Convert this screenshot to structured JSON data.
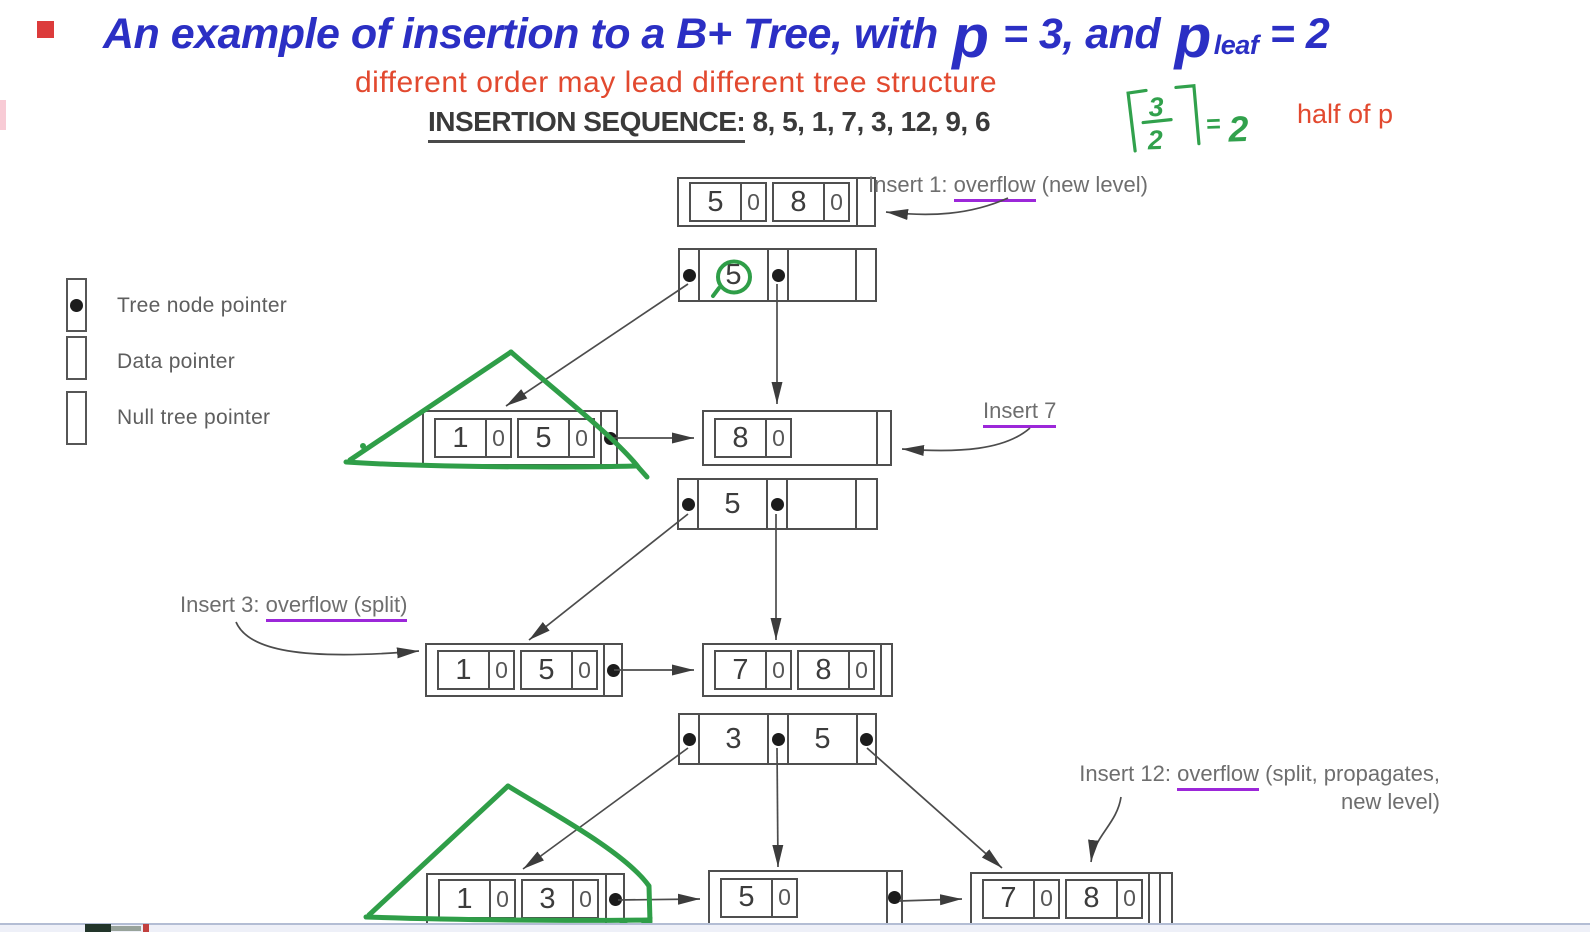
{
  "title": {
    "part1": "An example of insertion to a B+ Tree, with ",
    "p1": "p",
    "part2": " = 3, and ",
    "p2": "p",
    "sub": "leaf",
    "part3": " = 2"
  },
  "subtitle": "different order may lead different tree structure",
  "sequence": {
    "label": "INSERTION SEQUENCE:",
    "values": " 8, 5, 1, 7, 3, 12, 9, 6"
  },
  "green_note": {
    "numerator": "3",
    "denominator": "2",
    "equals": "=",
    "result": "2"
  },
  "half_of_p": "half of p",
  "legend": {
    "items": [
      {
        "label": "Tree node pointer"
      },
      {
        "label": "Data pointer"
      },
      {
        "label": "Null tree pointer"
      }
    ]
  },
  "annotations": {
    "insert1": {
      "prefix": "Insert 1: ",
      "underlined": "overflow",
      "suffix": " (new level)"
    },
    "insert7": {
      "underlined": "Insert 7"
    },
    "insert3": {
      "prefix": "Insert 3: ",
      "underlined": "overflow (split)"
    },
    "insert12": {
      "prefix": "Insert 12: ",
      "underlined": "overflow",
      "suffix": " (split, propagates,",
      "line2": "new level)"
    }
  },
  "nodes": [
    {
      "id": "A",
      "name": "node-initial-5-8",
      "cells": [
        {
          "t": "kv",
          "k": "5",
          "z": "0"
        },
        {
          "t": "kv",
          "k": "8",
          "z": "0"
        },
        {
          "t": "tnull"
        }
      ]
    },
    {
      "id": "B",
      "name": "root-after-insert-1",
      "cells": [
        {
          "t": "ptr"
        },
        {
          "t": "key",
          "k": "5"
        },
        {
          "t": "ptr"
        },
        {
          "t": "tnull"
        }
      ]
    },
    {
      "id": "C",
      "name": "leaf-1-5-after-insert-1",
      "cells": [
        {
          "t": "kv",
          "k": "1",
          "z": "0"
        },
        {
          "t": "kv",
          "k": "5",
          "z": "0"
        },
        {
          "t": "tdot"
        }
      ]
    },
    {
      "id": "D",
      "name": "leaf-8",
      "cells": [
        {
          "t": "kv",
          "k": "8",
          "z": "0"
        },
        {
          "t": "tnull"
        }
      ]
    },
    {
      "id": "E",
      "name": "root-5-after-insert-7",
      "cells": [
        {
          "t": "ptr"
        },
        {
          "t": "key",
          "k": "5"
        },
        {
          "t": "ptr"
        },
        {
          "t": "tnull"
        }
      ]
    },
    {
      "id": "F",
      "name": "leaf-1-5",
      "cells": [
        {
          "t": "kv",
          "k": "1",
          "z": "0"
        },
        {
          "t": "kv",
          "k": "5",
          "z": "0"
        },
        {
          "t": "tdot"
        }
      ]
    },
    {
      "id": "G",
      "name": "leaf-7-8",
      "cells": [
        {
          "t": "kv",
          "k": "7",
          "z": "0"
        },
        {
          "t": "kv",
          "k": "8",
          "z": "0"
        },
        {
          "t": "tnull"
        }
      ]
    },
    {
      "id": "H",
      "name": "root-3-5-after-insert-3",
      "cells": [
        {
          "t": "ptr"
        },
        {
          "t": "key",
          "k": "3"
        },
        {
          "t": "ptr"
        },
        {
          "t": "key",
          "k": "5"
        },
        {
          "t": "ptrl"
        }
      ]
    },
    {
      "id": "I",
      "name": "leaf-1-3",
      "cells": [
        {
          "t": "kv",
          "k": "1",
          "z": "0"
        },
        {
          "t": "kv",
          "k": "3",
          "z": "0"
        },
        {
          "t": "tdot"
        }
      ]
    },
    {
      "id": "J",
      "name": "leaf-5",
      "cells": [
        {
          "t": "kv",
          "k": "5",
          "z": "0"
        },
        {
          "t": "tdot"
        }
      ]
    },
    {
      "id": "K",
      "name": "leaf-7-8-bottom",
      "cells": [
        {
          "t": "kv",
          "k": "7",
          "z": "0"
        },
        {
          "t": "kv",
          "k": "8",
          "z": "0"
        },
        {
          "t": "tnull2"
        }
      ]
    }
  ]
}
